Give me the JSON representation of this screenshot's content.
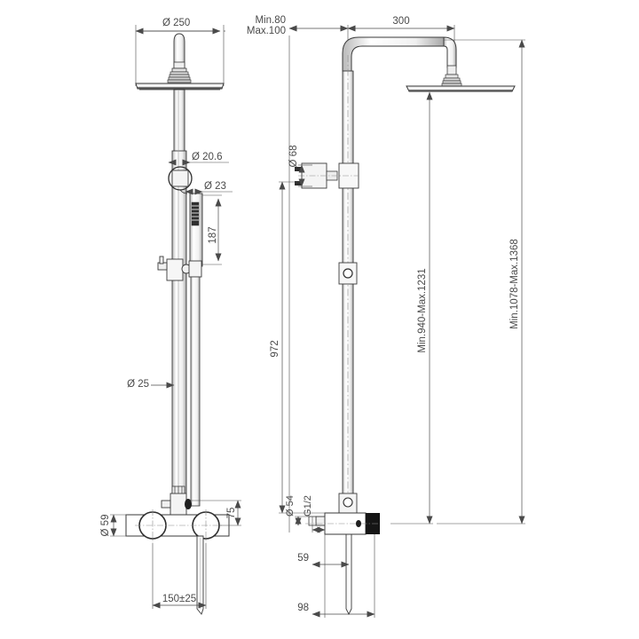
{
  "drawing": {
    "title": "Shower column technical drawing",
    "type": "orthographic-dimensioned-drawing",
    "units": "mm",
    "views": [
      {
        "name": "front-view",
        "label": ""
      },
      {
        "name": "side-view",
        "label": ""
      }
    ],
    "line_color": "#3a3a3a",
    "dim_color": "#4a4a4a",
    "background": "#ffffff"
  },
  "dimensions": {
    "head_diameter": "Ø 250",
    "riser_upper_diameter": "Ø 20.6",
    "handshower_diameter": "Ø 23",
    "handshower_length": "187",
    "riser_lower_diameter": "Ø 25",
    "mixer_body_diameter": "Ø 59",
    "handle_offset": "75",
    "handle_spacing": "150±25",
    "wall_offset_min_max": "Min.80",
    "wall_offset_max": "Max.100",
    "arm_projection": "300",
    "bracket_diameter": "Ø 68",
    "riser_height": "972",
    "adjust_range_inner": "Min.940-Max.1231",
    "adjust_range_outer": "Min.1078-Max.1368",
    "inlet_diameter": "Ø 54",
    "inlet_thread": "G1/2",
    "outlet_depth": "59",
    "hose_projection": "98"
  }
}
